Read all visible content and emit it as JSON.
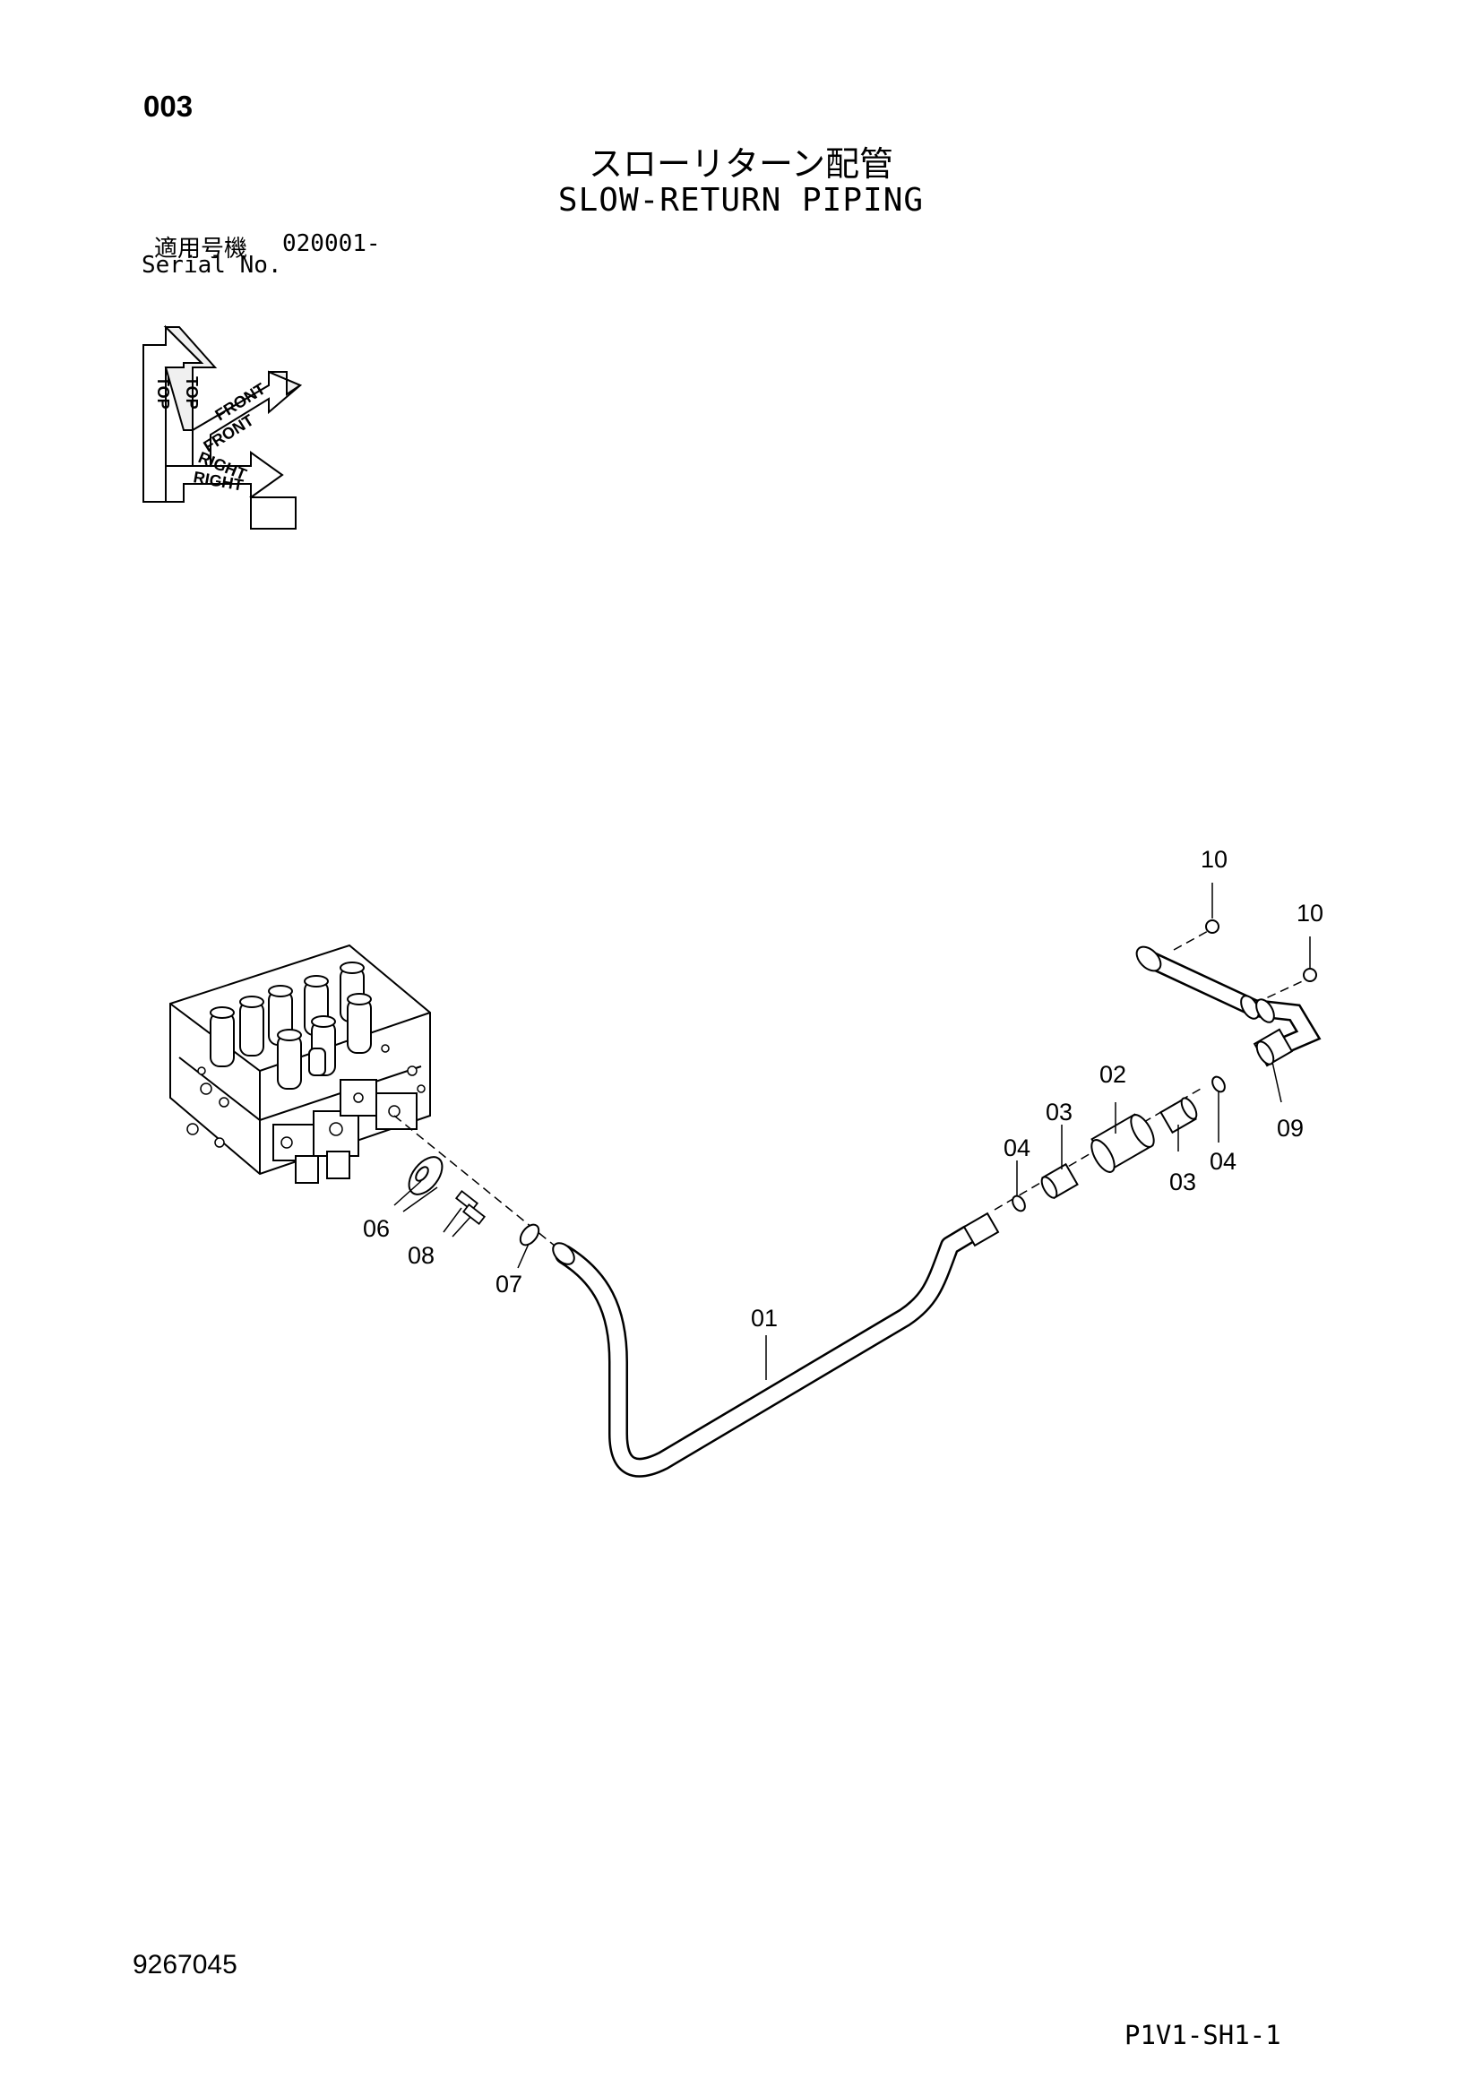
{
  "header": {
    "page_number": "003",
    "title_jp": "スローリターン配管",
    "title_en": "SLOW-RETURN PIPING",
    "serial_label_jp": "適用号機",
    "serial_label_en": "Serial No.",
    "serial_value": "020001-"
  },
  "orientation": {
    "top": "TOP",
    "front": "FRONT",
    "right": "RIGHT"
  },
  "callouts": {
    "c01": "01",
    "c02": "02",
    "c03a": "03",
    "c03b": "03",
    "c04a": "04",
    "c04b": "04",
    "c06": "06",
    "c07": "07",
    "c08": "08",
    "c09": "09",
    "c10a": "10",
    "c10b": "10"
  },
  "footer": {
    "drawing_number": "9267045",
    "sheet_code": "P1V1-SH1-1"
  }
}
